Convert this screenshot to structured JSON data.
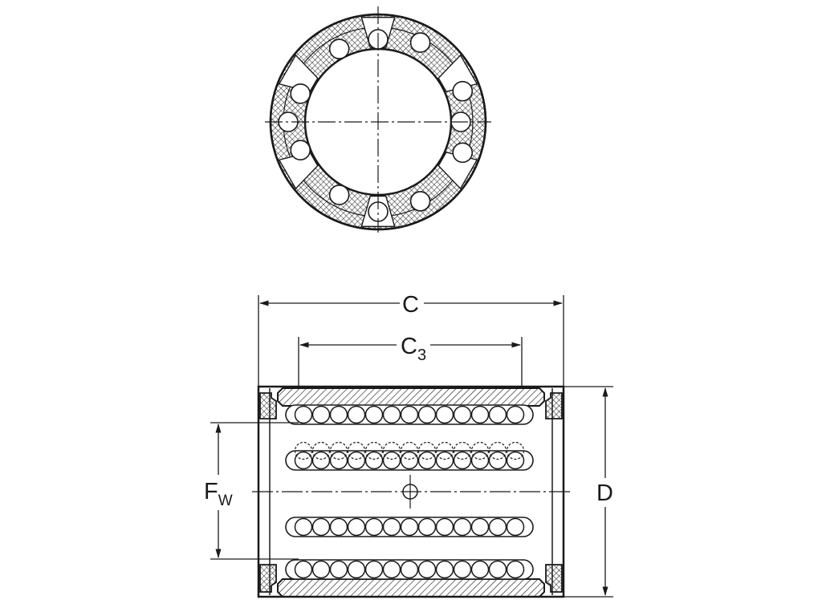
{
  "labels": {
    "overall_length": "C",
    "inner_length_letter": "C",
    "inner_length_subscript": "3",
    "inscribed_diameter_letter": "F",
    "inscribed_diameter_subscript": "W",
    "outer_diameter": "D"
  }
}
